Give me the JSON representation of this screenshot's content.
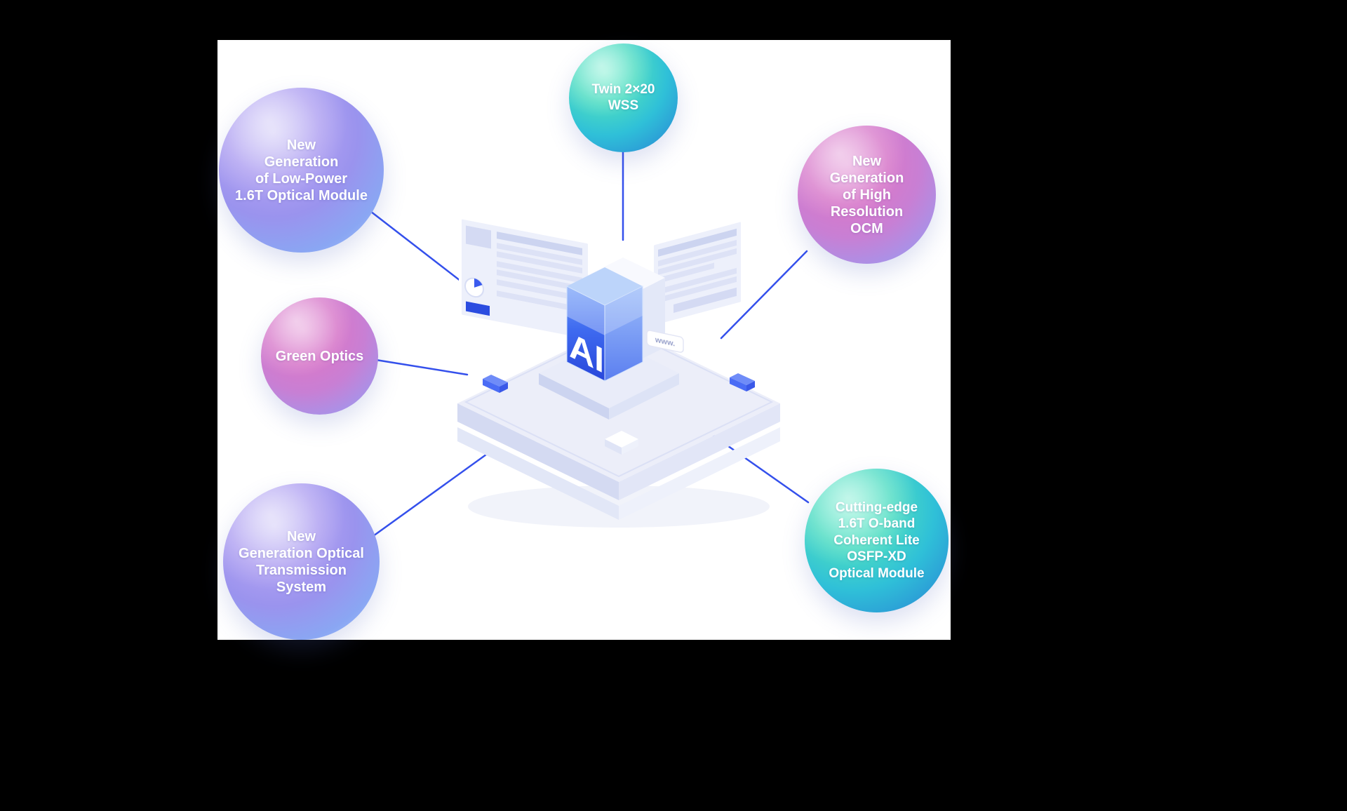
{
  "panel": {
    "background": "#ffffff",
    "outer_background": "#000000"
  },
  "palette": {
    "connector_line": "#3450ec",
    "sphere_purple": [
      "#d2cbf7",
      "#9a93ee",
      "#a6c8fa"
    ],
    "sphere_teal": [
      "#86f0d4",
      "#2fc0d8",
      "#2b96d6"
    ],
    "sphere_pink": [
      "#e6a0da",
      "#d779ca",
      "#9fb0f2"
    ],
    "ai_cube_blue": "#2c50e0",
    "platform_lavender": "#eceef9"
  },
  "center": {
    "ai_label": "AI",
    "www_label": "www."
  },
  "nodes": [
    {
      "id": "low-power-module",
      "style": "purple",
      "label": "New\nGeneration\nof Low-Power\n1.6T Optical Module"
    },
    {
      "id": "twin-wss",
      "style": "teal",
      "label": "Twin 2×20\nWSS"
    },
    {
      "id": "high-resolution-ocm",
      "style": "pink",
      "label": "New\nGeneration\nof High Resolution\nOCM"
    },
    {
      "id": "green-optics",
      "style": "pink",
      "label": "Green Optics"
    },
    {
      "id": "optical-transmission-system",
      "style": "purple",
      "label": "New\nGeneration Optical\nTransmission System"
    },
    {
      "id": "cutting-edge-module",
      "style": "teal",
      "label": "Cutting-edge\n1.6T O-band\nCoherent Lite\nOSFP-XD\nOptical Module"
    }
  ]
}
